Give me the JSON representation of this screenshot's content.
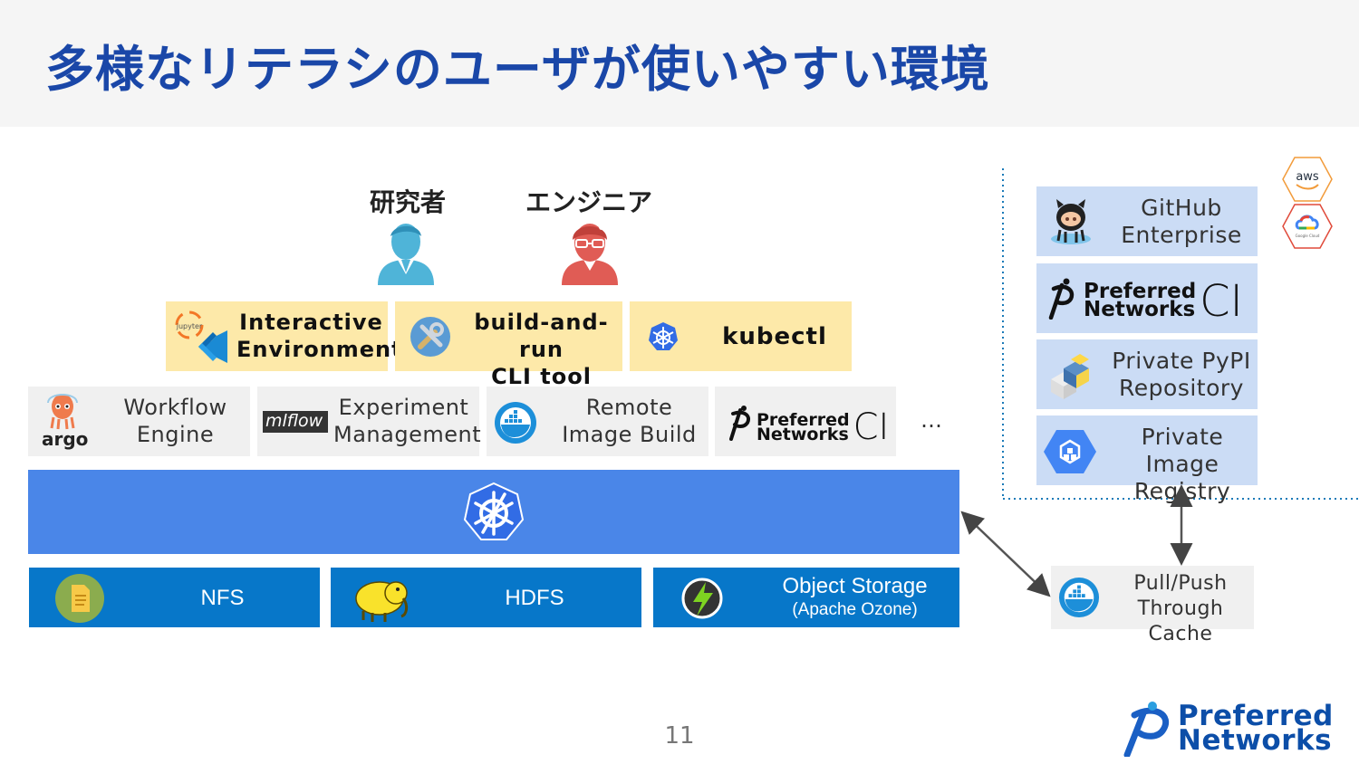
{
  "title": "多様なリテラシのユーザが使いやすい環境",
  "personas": [
    {
      "label": "研究者",
      "color": "#4fb4d8"
    },
    {
      "label": "エンジニア",
      "color": "#e05c55"
    }
  ],
  "tools": [
    {
      "label": "Interactive\nEnvironment"
    },
    {
      "label": "build-and-run\nCLI tool"
    },
    {
      "label": "kubectl"
    }
  ],
  "jupyter_text": "jupyter",
  "services": [
    {
      "label": "Workflow\nEngine",
      "logo_text": "argo"
    },
    {
      "label": "Experiment\nManagement",
      "logo_text": "mlflow"
    },
    {
      "label": "Remote\nImage Build"
    },
    {
      "label": "Preferred\nNetworks",
      "suffix": "CI"
    }
  ],
  "ellipsis": "…",
  "storage": [
    {
      "label": "NFS"
    },
    {
      "label": "HDFS"
    },
    {
      "label": "Object Storage",
      "sub": "(Apache Ozone)"
    }
  ],
  "right_services": [
    {
      "label": "GitHub\nEnterprise"
    },
    {
      "label": "Preferred\nNetworks",
      "suffix": "CI"
    },
    {
      "label": "Private PyPI\nRepository"
    },
    {
      "label": "Private Image\nRegistry"
    }
  ],
  "cache": {
    "label": "Pull/Push\nThrough Cache"
  },
  "cloud_badges": [
    {
      "label": "aws"
    },
    {
      "label": "Google Cloud"
    }
  ],
  "page_number": "11",
  "footer_logo": {
    "line1": "Preferred",
    "line2": "Networks"
  },
  "colors": {
    "title": "#1a47a8",
    "tool_bg": "#fde9a9",
    "service_bg": "#f0f0f0",
    "k8s_bar": "#4a86e8",
    "k8s_logo": "#326ce5",
    "storage_bg": "#0777c9",
    "right_bg": "#cbdcf5",
    "brand": "#0c4ea8"
  }
}
